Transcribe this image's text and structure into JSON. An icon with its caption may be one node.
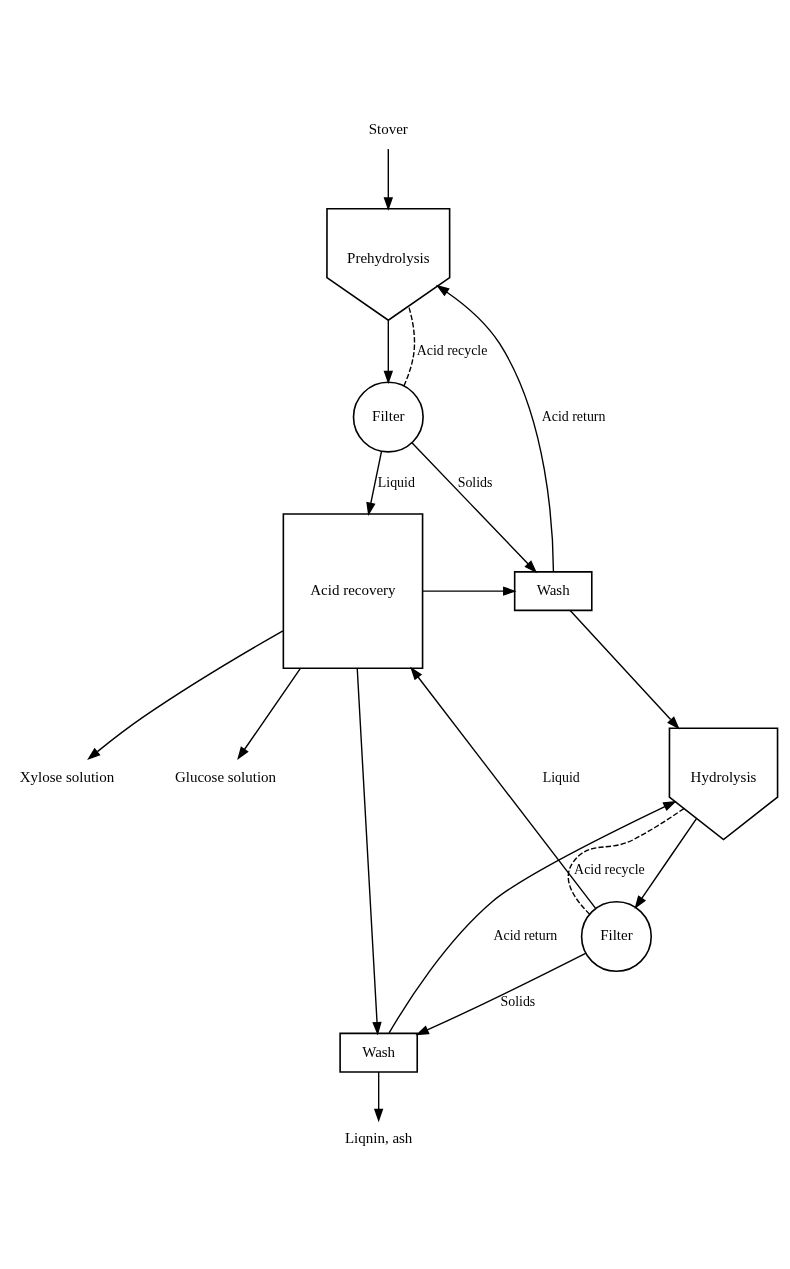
{
  "diagram": {
    "nodes": [
      {
        "text": [
          "Stover"
        ]
      },
      {
        "text": [
          "Prehydrolysis"
        ]
      },
      {
        "text": [
          "Filter"
        ]
      },
      {
        "text": [
          "Wash"
        ]
      },
      {
        "text": [
          "Acid recovery"
        ]
      },
      {
        "text": [
          "Xylose solution"
        ]
      },
      {
        "text": [
          "Glucose solution"
        ]
      },
      {
        "text": [
          "Hydrolysis"
        ]
      },
      {
        "text": [
          "Filter"
        ]
      },
      {
        "text": [
          "Wash"
        ]
      },
      {
        "text": [
          "Liqnin, ash"
        ]
      }
    ],
    "edges": [
      {
        "from": 0,
        "to": 1,
        "arrow": "to"
      },
      {
        "from": 1,
        "to": 2,
        "arrow": "to"
      },
      {
        "from": 2,
        "to": 1,
        "arrow": "none",
        "style": "dashed",
        "label": "Acid recycle"
      },
      {
        "from": 2,
        "to": 4,
        "arrow": "to",
        "label": "Liquid"
      },
      {
        "from": 2,
        "to": 3,
        "arrow": "to",
        "label": "Solids"
      },
      {
        "from": 3,
        "to": 1,
        "arrow": "to",
        "label": "Acid return"
      },
      {
        "from": 4,
        "to": 3,
        "arrow": "to"
      },
      {
        "from": 4,
        "to": 5,
        "arrow": "to"
      },
      {
        "from": 4,
        "to": 6,
        "arrow": "to"
      },
      {
        "from": 3,
        "to": 7,
        "arrow": "to"
      },
      {
        "from": 7,
        "to": 8,
        "arrow": "to"
      },
      {
        "from": 8,
        "to": 7,
        "arrow": "none",
        "style": "dashed",
        "label": "Acid recycle"
      },
      {
        "from": 8,
        "to": 4,
        "arrow": "to",
        "label": "Liquid"
      },
      {
        "from": 8,
        "to": 9,
        "arrow": "to",
        "label": "Solids"
      },
      {
        "from": 9,
        "to": 7,
        "arrow": "to",
        "label": "Acid return"
      },
      {
        "from": 4,
        "to": 9,
        "arrow": "to"
      },
      {
        "from": 9,
        "to": 10,
        "arrow": "to"
      }
    ]
  }
}
